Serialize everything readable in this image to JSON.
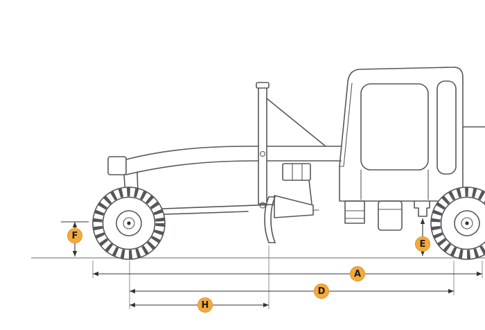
{
  "diagram": {
    "dimension_labels": {
      "a": "A",
      "d": "D",
      "e": "E",
      "f": "F",
      "h": "H"
    },
    "colors": {
      "background": "#ffffff",
      "outline": "#55565a",
      "ground_line": "#9a9a9a",
      "dimension_line": "#333333",
      "extension_line": "#8f8f8f",
      "label_fill": "#f4a93c",
      "label_border": "#de9222",
      "label_text": "#1f1f1f"
    }
  }
}
